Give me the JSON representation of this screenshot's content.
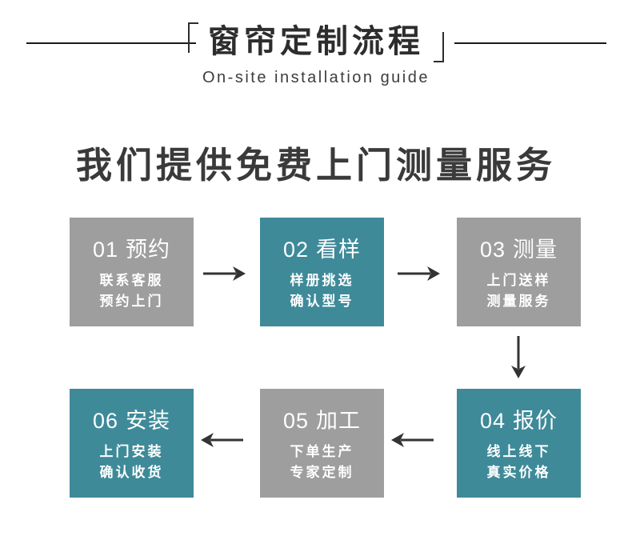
{
  "header": {
    "title": "窗帘定制流程",
    "subtitle": "On-site installation guide"
  },
  "tagline": "我们提供免费上门测量服务",
  "steps": [
    {
      "number": "01",
      "title": "预约",
      "line1": "联系客服",
      "line2": "预约上门"
    },
    {
      "number": "02",
      "title": "看样",
      "line1": "样册挑选",
      "line2": "确认型号"
    },
    {
      "number": "03",
      "title": "测量",
      "line1": "上门送样",
      "line2": "测量服务"
    },
    {
      "number": "04",
      "title": "报价",
      "line1": "线上线下",
      "line2": "真实价格"
    },
    {
      "number": "05",
      "title": "加工",
      "line1": "下单生产",
      "line2": "专家定制"
    },
    {
      "number": "06",
      "title": "安装",
      "line1": "上门安装",
      "line2": "确认收货"
    }
  ],
  "colors": {
    "gray_box": "#9e9e9e",
    "teal_box": "#3e8a99",
    "arrow": "#333333",
    "title_text": "#2d2d2d",
    "heading_text": "#3a3a3a",
    "box_text": "#ffffff"
  }
}
